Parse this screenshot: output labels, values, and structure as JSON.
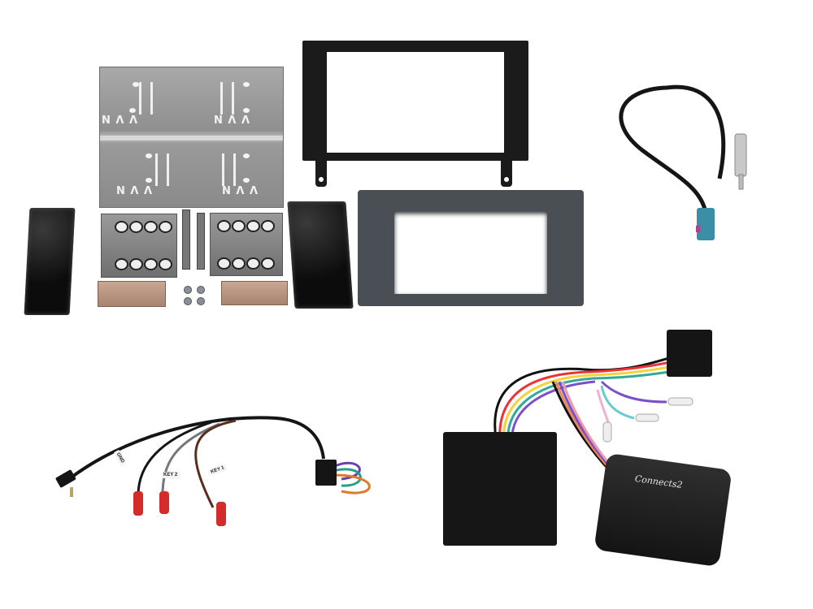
{
  "scene": {
    "description": "Car stereo double-DIN fitting kit product photo on white background",
    "background_color": "#ffffff"
  },
  "components": {
    "cage": {
      "name": "Double DIN metal mounting cage",
      "color": "#9a9a9a",
      "markings": [
        "//",
        "\\\\ // \\\\"
      ]
    },
    "black_frame": {
      "name": "Black mounting sub-frame",
      "color": "#1b1b1b"
    },
    "grey_fascia": {
      "name": "Dark grey double DIN fascia panel",
      "color": "#4a4e55"
    },
    "antenna_adapter": {
      "name": "Fakra to DIN aerial adapter",
      "connector_color": "#3b8ea5",
      "plug_color": "#c8c8c8"
    },
    "foam_pads": {
      "name": "Black foam pads",
      "count": 2
    },
    "side_brackets": {
      "name": "Side mounting brackets",
      "count": 2
    },
    "copper_plates": {
      "name": "Copper retaining plates",
      "count": 2
    },
    "screws": {
      "count": 4
    },
    "steering_interface": {
      "name": "Steering wheel control interface",
      "logo_text": "Connects2",
      "box_color": "#1f1f1f"
    },
    "patch_lead": {
      "name": "Steering control patch lead",
      "labels": [
        "GND",
        "KEY 2",
        "KEY 1"
      ],
      "terminal_color": "#d42b2b"
    }
  }
}
